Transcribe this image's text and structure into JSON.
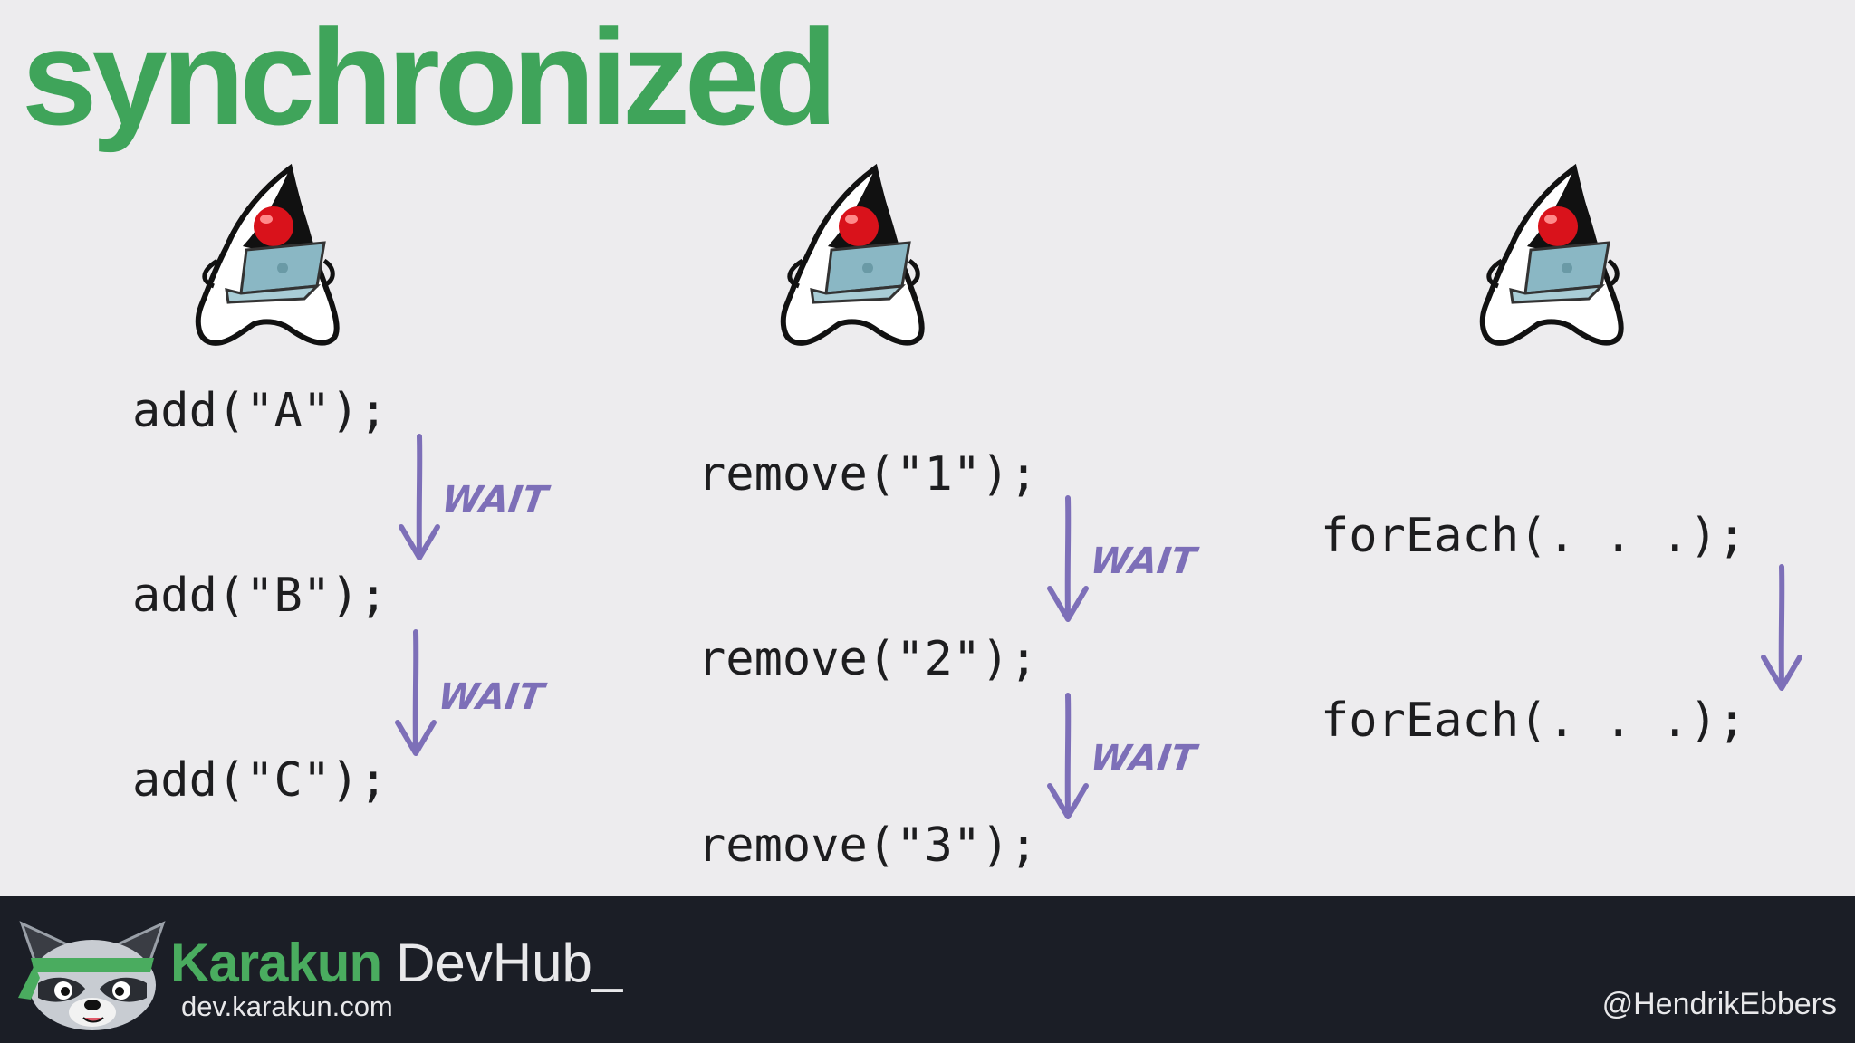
{
  "slide": {
    "title": "synchronized",
    "columns": [
      {
        "calls": [
          "add(\"A\");",
          "add(\"B\");",
          "add(\"C\");"
        ],
        "wait_labels": [
          "WAIT",
          "WAIT"
        ]
      },
      {
        "calls": [
          "remove(\"1\");",
          "remove(\"2\");",
          "remove(\"3\");"
        ],
        "wait_labels": [
          "WAIT",
          "WAIT"
        ]
      },
      {
        "calls": [
          "forEach(. . .);",
          "forEach(. . .);"
        ],
        "wait_labels": []
      }
    ]
  },
  "footer": {
    "brand_name": "Karakun",
    "brand_suffix": "DevHub_",
    "url": "dev.karakun.com",
    "handle": "@HendrikEbbers"
  },
  "icons": {
    "duke": "duke-mascot-icon",
    "arrow": "arrow-down-icon",
    "mascot": "raccoon-mascot-icon"
  },
  "colors": {
    "title": "#3fa45a",
    "wait": "#7d6fb8",
    "footer_bg": "#1b1e26",
    "brand": "#4aac5f",
    "duke_nose": "#d9121b"
  }
}
